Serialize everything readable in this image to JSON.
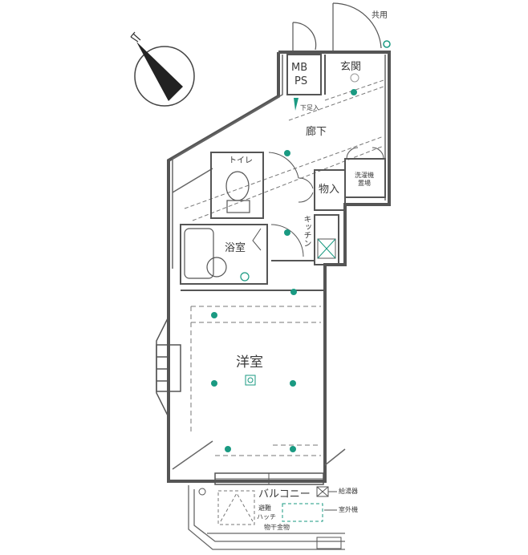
{
  "floor_plan": {
    "compass": {
      "label": "N",
      "icon": "north-arrow-icon"
    },
    "rooms": [
      {
        "id": "common",
        "label": "共用"
      },
      {
        "id": "meter-box",
        "label_line1": "MB",
        "label_line2": "PS"
      },
      {
        "id": "entrance",
        "label": "玄関"
      },
      {
        "id": "shoe-box",
        "label": "下足入"
      },
      {
        "id": "hallway",
        "label": "廊下"
      },
      {
        "id": "toilet",
        "label": "トイレ"
      },
      {
        "id": "storage",
        "label": "物入"
      },
      {
        "id": "washer-space",
        "label_line1": "洗濯機",
        "label_line2": "置場"
      },
      {
        "id": "kitchen",
        "label": "キッチン"
      },
      {
        "id": "bathroom",
        "label": "浴室"
      },
      {
        "id": "western-room",
        "label": "洋室"
      },
      {
        "id": "balcony",
        "label": "バルコニー"
      }
    ],
    "balcony_annotations": {
      "escape_hatch_line1": "避難",
      "escape_hatch_line2": "ハッチ",
      "drying_rack": "物干金物",
      "water_heater": "給湯器",
      "outdoor_unit": "室外機"
    },
    "colors": {
      "wall": "#555555",
      "fixture_accent": "#1a9a82",
      "dashed_line": "#777777",
      "background": "#ffffff"
    }
  }
}
